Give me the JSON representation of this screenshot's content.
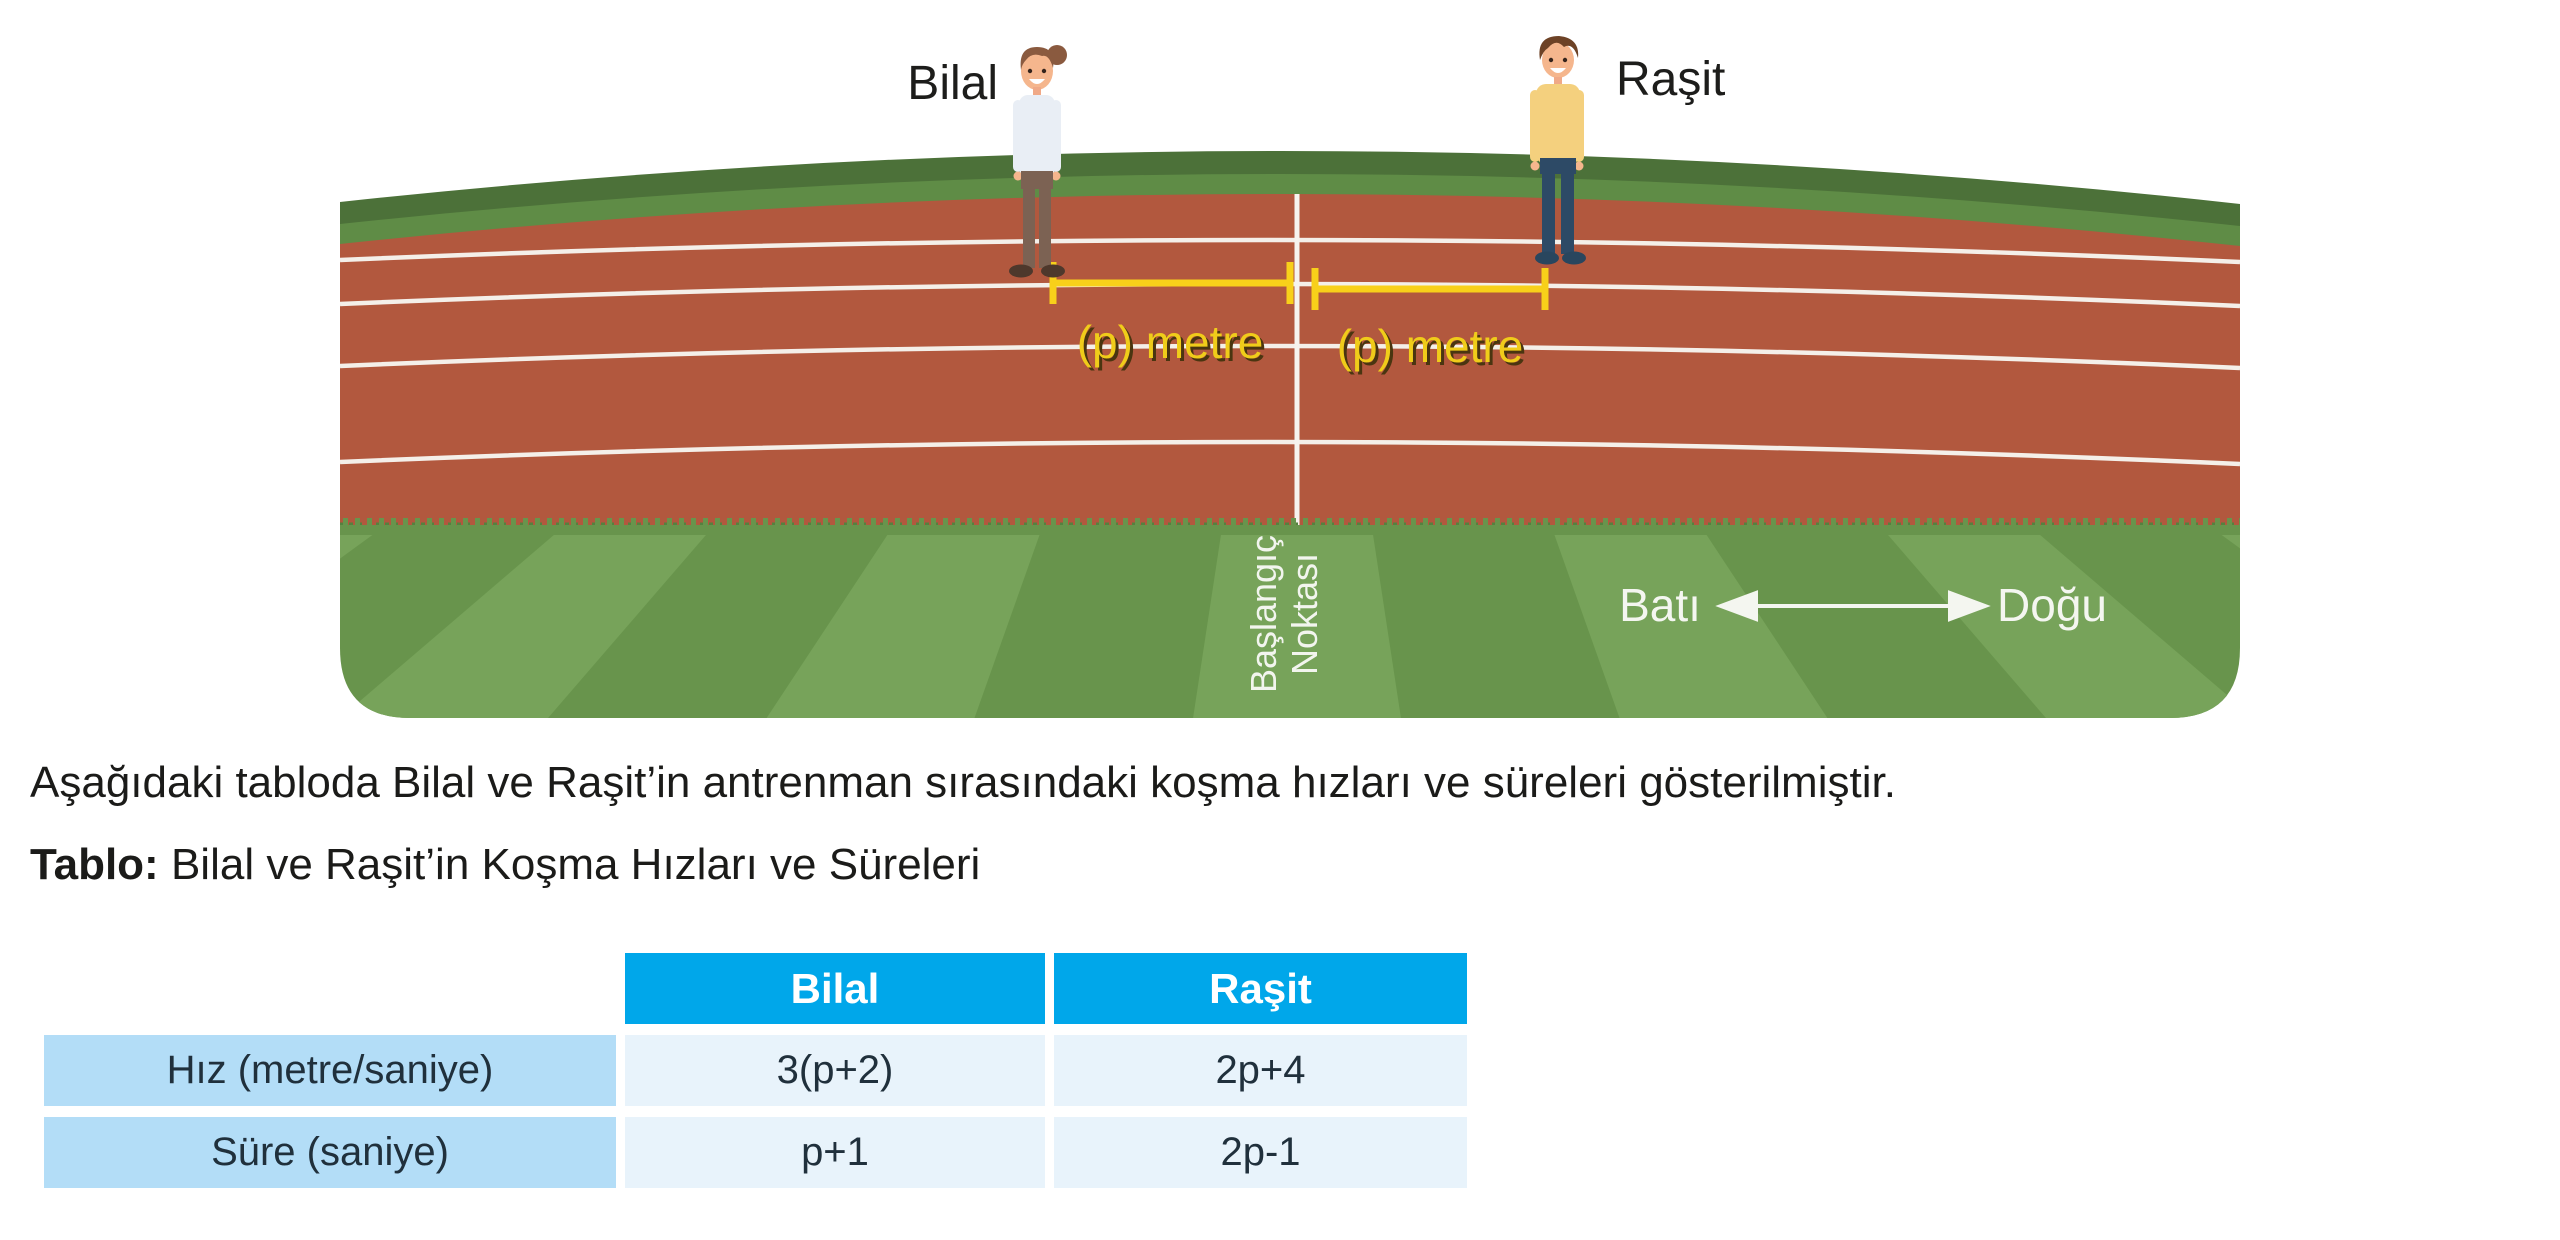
{
  "illustration": {
    "bilal_name": "Bilal",
    "rasit_name": "Raşit",
    "distance_left": "(p) metre",
    "distance_right": "(p) metre",
    "start_point_line1": "Başlangıç",
    "start_point_line2": "Noktası",
    "west_label": "Batı",
    "east_label": "Doğu",
    "colors": {
      "track": "#b2583e",
      "lane_line": "#f4efe9",
      "grass": "#68944c",
      "grass_stripe": "#77a35a",
      "field_dark_band": "#4c7139",
      "field_mid_band": "#5f8c46",
      "measure_yellow": "#f8d01a"
    }
  },
  "intro_text": "Aşağıdaki tabloda Bilal ve Raşit’in antrenman sırasındaki koşma hızları ve süreleri gösterilmiştir.",
  "table_caption": {
    "label": "Tablo:",
    "title": "Bilal ve Raşit’in Koşma Hızları ve Süreleri"
  },
  "table": {
    "col_headers": [
      "Bilal",
      "Raşit"
    ],
    "rows": [
      {
        "label": "Hız (metre/saniye)",
        "values": [
          "3(p+2)",
          "2p+4"
        ]
      },
      {
        "label": "Süre (saniye)",
        "values": [
          "p+1",
          "2p-1"
        ]
      }
    ],
    "header_bg": "#00a7ea",
    "row_label_bg": "#b3ddf7",
    "value_bg": "#e8f3fb"
  }
}
